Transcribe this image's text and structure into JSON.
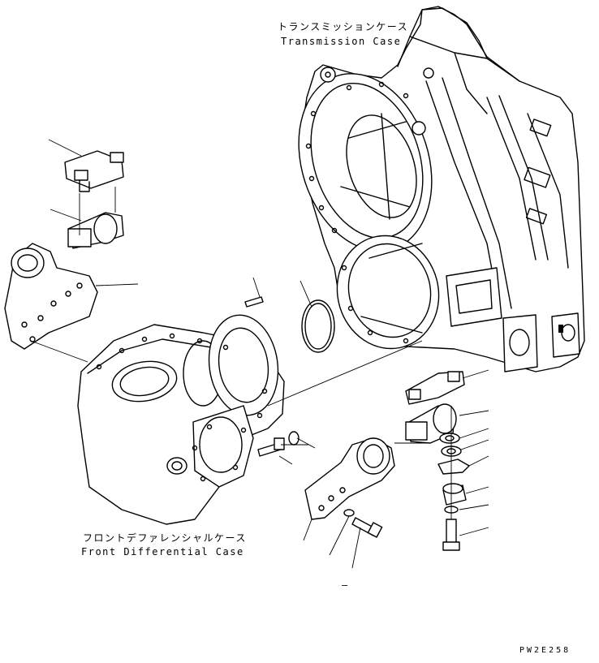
{
  "labels": {
    "transmission_case_jp": "トランスミッションケース",
    "transmission_case_en": "Transmission Case",
    "front_diff_case_jp": "フロントデファレンシャルケース",
    "front_diff_case_en": "Front Differential Case",
    "drawing_code": "PW2E258",
    "dash_mark": "–"
  },
  "colors": {
    "line": "#000000",
    "background": "#ffffff"
  }
}
